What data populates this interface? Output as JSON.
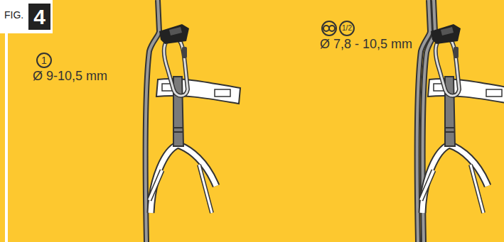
{
  "diagram": {
    "labels": [
      "FIG.",
      "4",
      "1",
      "Ø 9-10,5 mm",
      "1/2",
      "Ø 7,8 - 10,5 mm"
    ]
  }
}
